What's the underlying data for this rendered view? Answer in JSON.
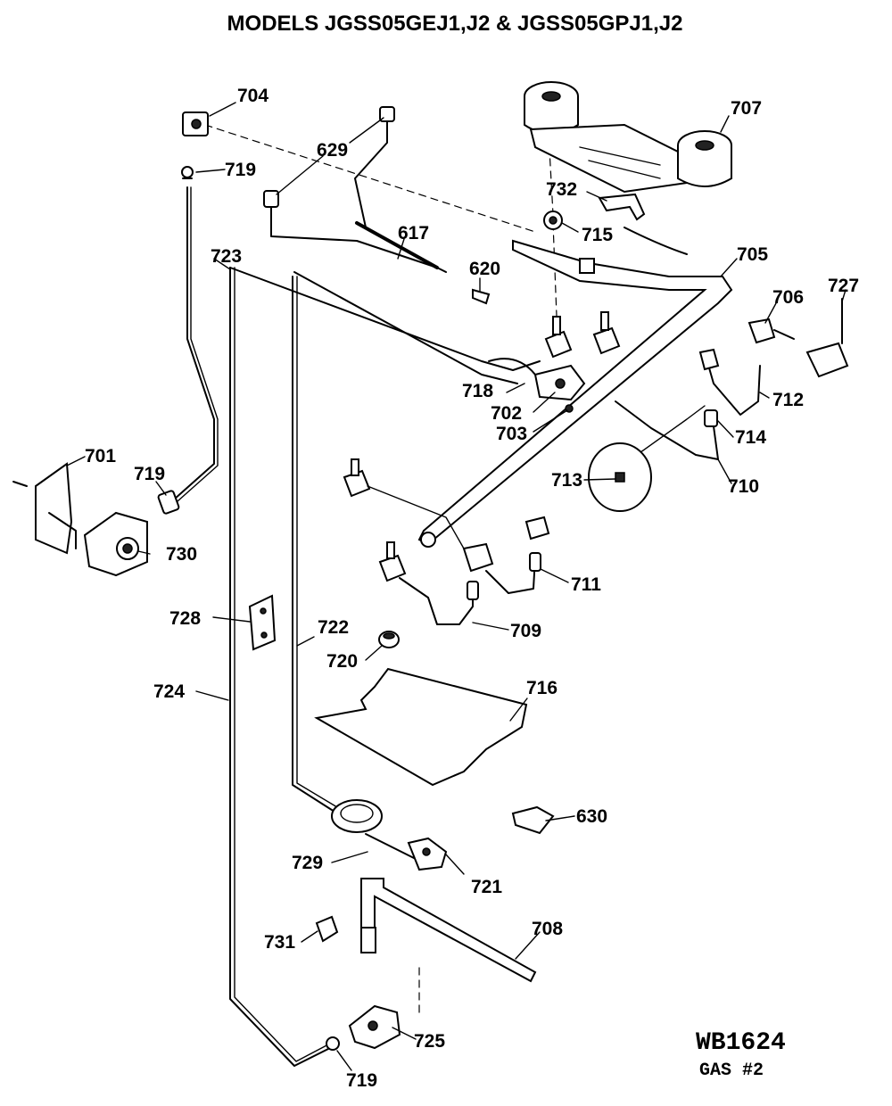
{
  "title": "MODELS JGSS05GEJ1,J2 & JGSS05GPJ1,J2",
  "diagram_code": "WB1624",
  "diagram_subcode": "GAS #2",
  "callouts": {
    "c701": "701",
    "c702": "702",
    "c703": "703",
    "c704": "704",
    "c705": "705",
    "c706": "706",
    "c707": "707",
    "c708": "708",
    "c709": "709",
    "c710": "710",
    "c711": "711",
    "c712": "712",
    "c713": "713",
    "c714": "714",
    "c715": "715",
    "c716": "716",
    "c718": "718",
    "c719a": "719",
    "c719b": "719",
    "c719c": "719",
    "c720": "720",
    "c721": "721",
    "c722": "722",
    "c723": "723",
    "c724": "724",
    "c725": "725",
    "c727": "727",
    "c728": "728",
    "c729": "729",
    "c730": "730",
    "c731": "731",
    "c732": "732",
    "c617": "617",
    "c620": "620",
    "c629": "629",
    "c630": "630"
  }
}
